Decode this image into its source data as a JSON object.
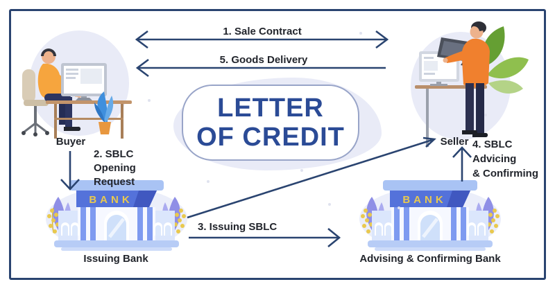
{
  "title": {
    "line1": "LETTER",
    "line2": "OF CREDIT"
  },
  "actors": {
    "buyer": {
      "label": "Buyer"
    },
    "seller": {
      "label": "Seller"
    },
    "issuing_bank": {
      "label": "Issuing Bank",
      "sign_text": "BANK"
    },
    "advising_bank": {
      "label": "Advising & Confirming Bank",
      "sign_text": "BANK"
    }
  },
  "flows": {
    "sale_contract": {
      "label": "1. Sale Contract"
    },
    "goods_delivery": {
      "label": "5. Goods Delivery"
    },
    "sblc_opening_request": {
      "lines": [
        "2. SBLC",
        "Opening",
        "Request"
      ]
    },
    "issuing_sblc": {
      "label": "3. Issuing SBLC"
    },
    "sblc_advising_confirming": {
      "lines": [
        "4. SBLC",
        "Advicing",
        "& Confirming"
      ]
    }
  },
  "colors": {
    "frame_navy": "#2a4470",
    "arrow_navy": "#2a4470",
    "title_blue": "#2b4b96",
    "label_dark": "#22252c",
    "bank_sign_blue": "#5472da",
    "bank_gold": "#e9c94e",
    "figure_orange": "#f39b3c",
    "blob_lavender": "#e9ebf7"
  }
}
